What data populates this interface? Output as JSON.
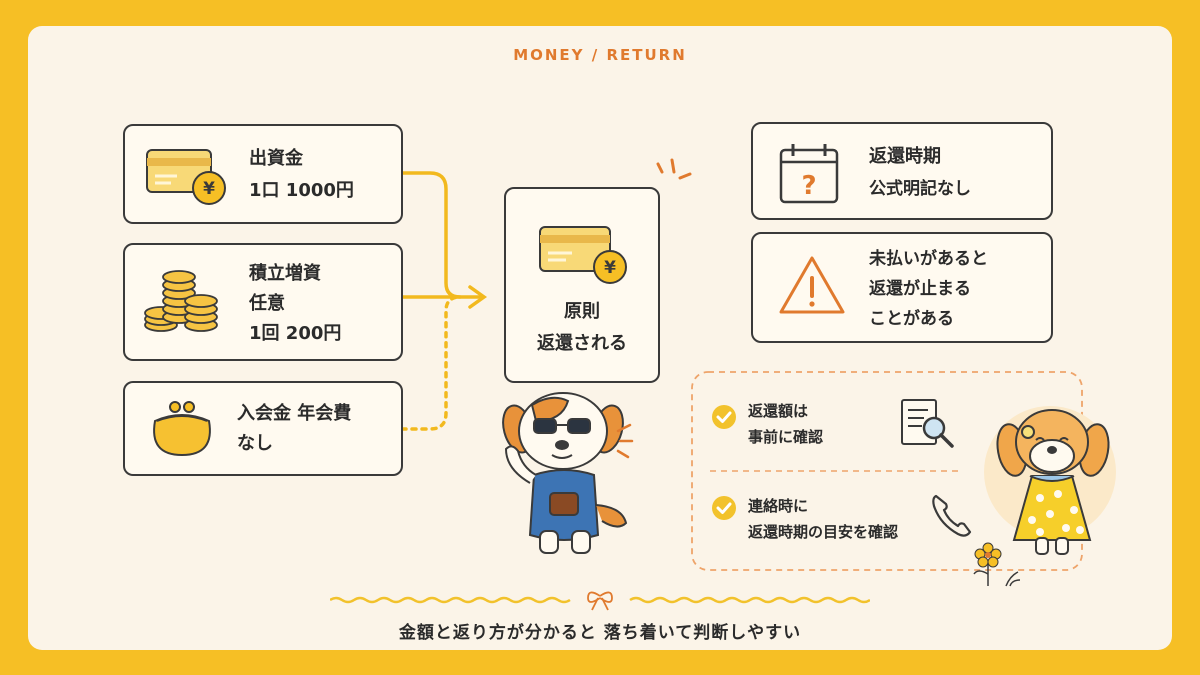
{
  "header": {
    "title": "MONEY / RETURN"
  },
  "left_cards": {
    "capital": {
      "title": "出資金",
      "line1": "1口 1000円"
    },
    "savings": {
      "title": "積立増資",
      "line1": "任意",
      "line2": "1回 200円"
    },
    "fees": {
      "title": "入会金 年会費",
      "line1": "なし"
    }
  },
  "center": {
    "line1": "原則",
    "line2": "返還される"
  },
  "right_cards": {
    "timing": {
      "title": "返還時期",
      "line1": "公式明記なし"
    },
    "warning": {
      "line1": "未払いがあると",
      "line2": "返還が止まる",
      "line3": "ことがある"
    }
  },
  "checks": {
    "first": {
      "line1": "返還額は",
      "line2": "事前に確認"
    },
    "second": {
      "line1": "連絡時に",
      "line2": "返還時期の目安を確認"
    }
  },
  "caption": {
    "text": "金額と返り方が分かると 落ち着いて判断しやすい"
  },
  "colors": {
    "accent_yellow": "#f6bf25",
    "accent_orange": "#e07a2e",
    "panel": "#fbf4e8",
    "outline": "#3a3a3a"
  }
}
